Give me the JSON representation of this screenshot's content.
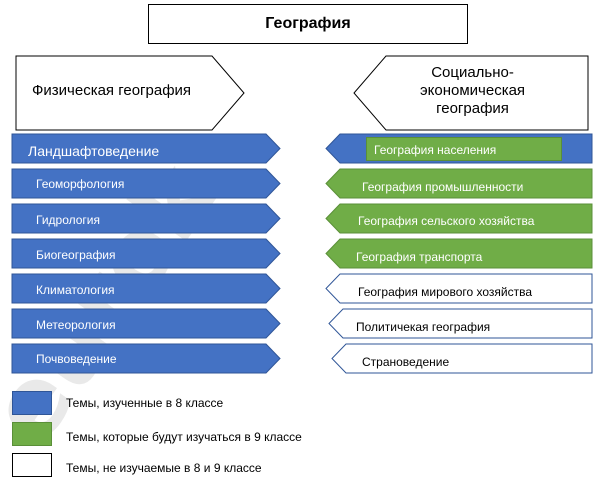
{
  "colors": {
    "blue": "#4472c4",
    "green": "#70ad47",
    "white": "#ffffff",
    "outline_blue": "#2f5597"
  },
  "title": "География",
  "left_head": "Физическая география",
  "right_head": [
    "Социально-",
    "экономическая",
    "география"
  ],
  "left_items": [
    "Ландшафтоведение",
    "Геоморфология",
    "Гидрология",
    "Биогеография",
    "Климатология",
    "Метеорология",
    "Почвоведение"
  ],
  "right_items": [
    {
      "label": "География населения",
      "status": "blue"
    },
    {
      "label": "География промышленности",
      "status": "green"
    },
    {
      "label": "География сельского хозяйства",
      "status": "green"
    },
    {
      "label": "География транспорта",
      "status": "green"
    },
    {
      "label": "География мирового хозяйства",
      "status": "white"
    },
    {
      "label": "Политичекая география",
      "status": "white"
    },
    {
      "label": "Страноведение",
      "status": "white"
    }
  ],
  "overlay_label": "География населения",
  "legend": [
    {
      "label": "Темы, изученные в 8 классе",
      "color": "#4472c4"
    },
    {
      "label": "Темы, которые будут изучаться в 9 классе",
      "color": "#70ad47"
    },
    {
      "label": "Темы, не изучаемые в 8 и 9 классе",
      "color": "#ffffff"
    }
  ]
}
